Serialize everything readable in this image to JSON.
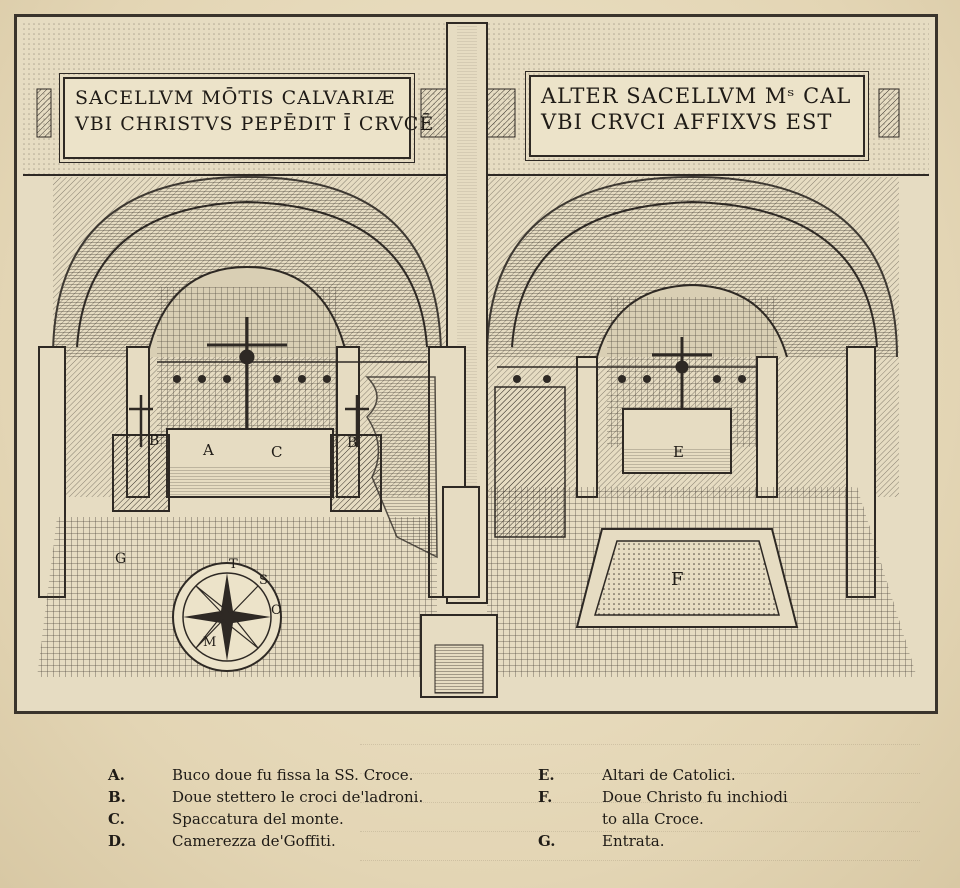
{
  "plate": {
    "inscription_left": [
      "SACELLVM MŌTIS CALVARIÆ",
      "VBI CHRISTVS PEPĒDIT Ī CRVCĒ"
    ],
    "inscription_right": [
      "ALTER SACELLVM Mˢ CAL",
      "VBI CRVCI AFFIXVS EST"
    ],
    "letters": {
      "a": "A",
      "b1": "B",
      "b2": "B",
      "c": "C",
      "e": "E",
      "f": "F",
      "g": "G"
    },
    "compass": {
      "s": "S",
      "o": "O",
      "m": "M",
      "t": "T"
    }
  },
  "legend": {
    "left": [
      {
        "key": "A.",
        "text": "Buco doue fu fissa la SS. Croce."
      },
      {
        "key": "B.",
        "text": "Doue stettero le croci de'ladroni."
      },
      {
        "key": "C.",
        "text": "Spaccatura del monte."
      },
      {
        "key": "D.",
        "text": "Camerezza de'Goffiti."
      }
    ],
    "right": [
      {
        "key": "E.",
        "text": "Altari de Catolici."
      },
      {
        "key": "F.",
        "text": "Doue Christo fu inchiodi"
      },
      {
        "key": "",
        "text": "to alla Croce."
      },
      {
        "key": "G.",
        "text": "Entrata."
      }
    ]
  },
  "colors": {
    "ink": "#2e2924",
    "paper": "#e8dcc0"
  }
}
